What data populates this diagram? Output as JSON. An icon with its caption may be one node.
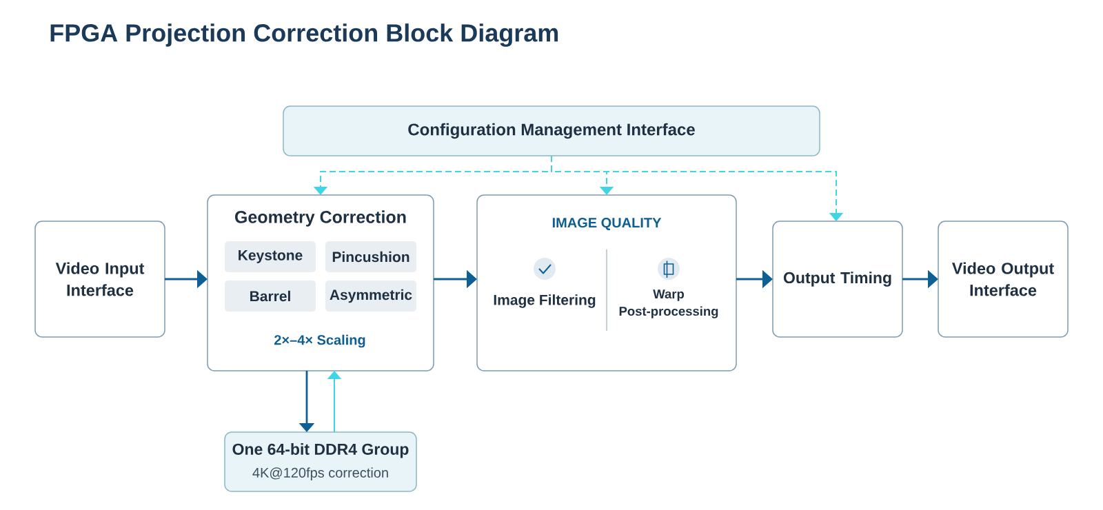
{
  "diagram": {
    "title": "FPGA Projection Correction Block Diagram",
    "nodes": [
      {
        "text": [
          "Configuration Management Interface"
        ]
      },
      {
        "text": [
          "Video Input Interface"
        ]
      },
      {
        "text": [
          "Geometry Correction",
          "2×–4× Scaling"
        ]
      },
      {
        "text": [
          "Keystone"
        ],
        "in": 2
      },
      {
        "text": [
          "Pincushion"
        ],
        "in": 2
      },
      {
        "text": [
          "Barrel"
        ],
        "in": 2
      },
      {
        "text": [
          "Asymmetric"
        ],
        "in": 2
      },
      {
        "text": [
          "IMAGE QUALITY",
          "Image Filtering",
          "Warp Post-processing"
        ]
      },
      {
        "text": [
          "Output Timing"
        ]
      },
      {
        "text": [
          "Video Output Interface"
        ]
      },
      {
        "text": [
          "One 64-bit DDR4 Group",
          "4K@120fps correction"
        ]
      }
    ],
    "edges": [
      {
        "from": 1,
        "to": 2,
        "arrow": "to"
      },
      {
        "from": 2,
        "to": 7,
        "arrow": "to"
      },
      {
        "from": 7,
        "to": 8,
        "arrow": "to"
      },
      {
        "from": 8,
        "to": 9,
        "arrow": "to"
      },
      {
        "from": 0,
        "to": 2,
        "arrow": "to",
        "style": "dashed",
        "color": "#3ed5e7"
      },
      {
        "from": 0,
        "to": 7,
        "arrow": "to",
        "style": "dashed",
        "color": "#3ed5e7"
      },
      {
        "from": 0,
        "to": 8,
        "arrow": "to",
        "style": "dashed",
        "color": "#3ed5e7"
      },
      {
        "from": 2,
        "to": 10,
        "arrow": "to"
      },
      {
        "from": 10,
        "to": 2,
        "arrow": "to",
        "color": "#3ed5e7"
      }
    ]
  }
}
